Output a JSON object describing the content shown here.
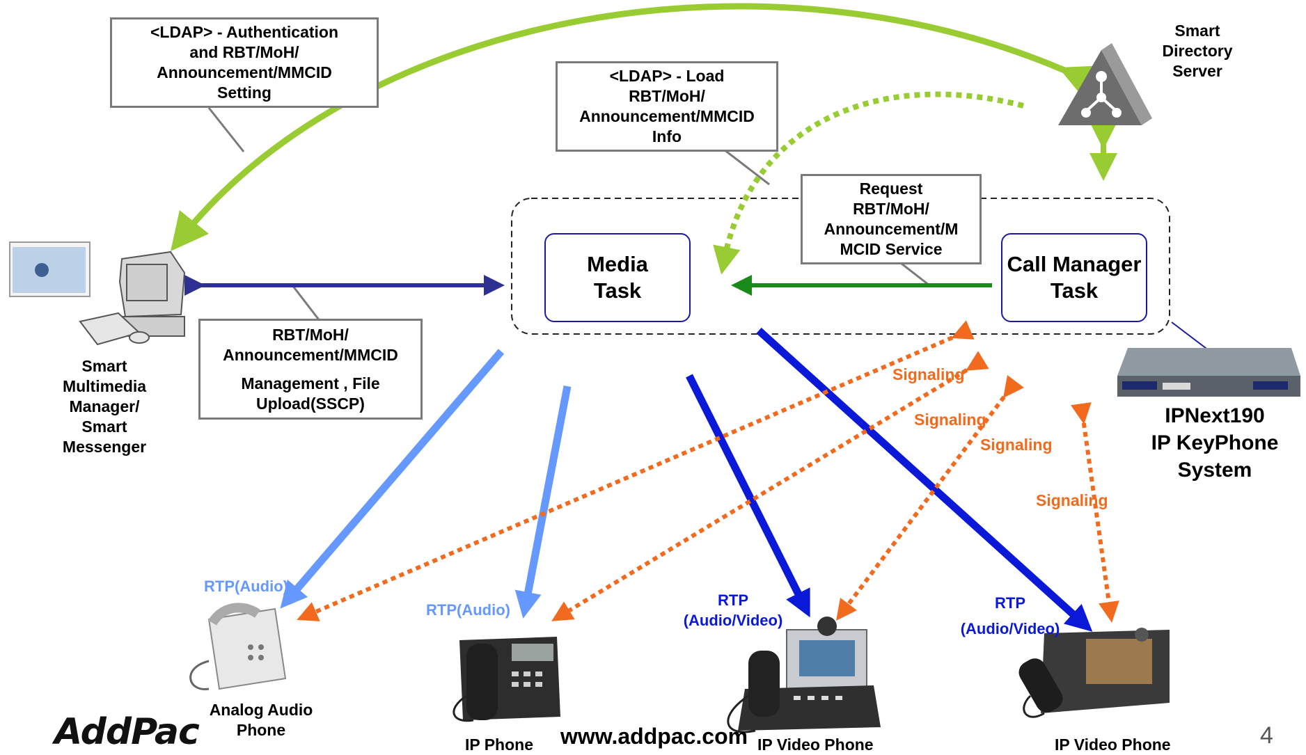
{
  "boxes": {
    "ldap_auth": [
      "<LDAP> - Authentication",
      "and RBT/MoH/",
      "Announcement/MMCID",
      "Setting"
    ],
    "ldap_load": [
      "<LDAP> - Load",
      "RBT/MoH/",
      "Announcement/MMCID",
      "Info"
    ],
    "request": [
      "Request",
      "RBT/MoH/",
      "Announcement/M",
      "MCID Service"
    ],
    "management": [
      "RBT/MoH/",
      "Announcement/MMCID",
      "Management , File",
      "Upload(SSCP)"
    ]
  },
  "tasks": {
    "media": [
      "Media",
      "Task"
    ],
    "call_manager": [
      "Call Manager",
      "Task"
    ]
  },
  "devices": {
    "smart_directory": [
      "Smart",
      "Directory",
      "Server"
    ],
    "smart_manager": [
      "Smart",
      "Multimedia",
      "Manager/",
      "Smart",
      "Messenger"
    ],
    "ipnext": [
      "IPNext190",
      "IP KeyPhone",
      "System"
    ],
    "analog_phone": [
      "Analog Audio",
      "Phone"
    ],
    "ip_phone": "IP  Phone",
    "ip_video_phone_1": "IP Video Phone",
    "ip_video_phone_2": "IP Video Phone"
  },
  "signal_labels": [
    "Signaling",
    "Signaling",
    "Signaling",
    "Signaling"
  ],
  "rtp_labels": {
    "audio_1": "RTP(Audio)",
    "audio_2": "RTP(Audio)",
    "video_1": [
      "RTP",
      "(Audio/Video)"
    ],
    "video_2": [
      "RTP",
      "(Audio/Video)"
    ]
  },
  "footer": {
    "logo": "AddPac",
    "url": "www.addpac.com",
    "page_number": "4"
  },
  "colors": {
    "ldap_arrow": "#99cc33",
    "management_arrow": "#2e3192",
    "request_arrow": "#1a8a1a",
    "rtp_audio": "#6699ff",
    "rtp_video": "#0a18d8",
    "signaling": "#f26a1e"
  }
}
